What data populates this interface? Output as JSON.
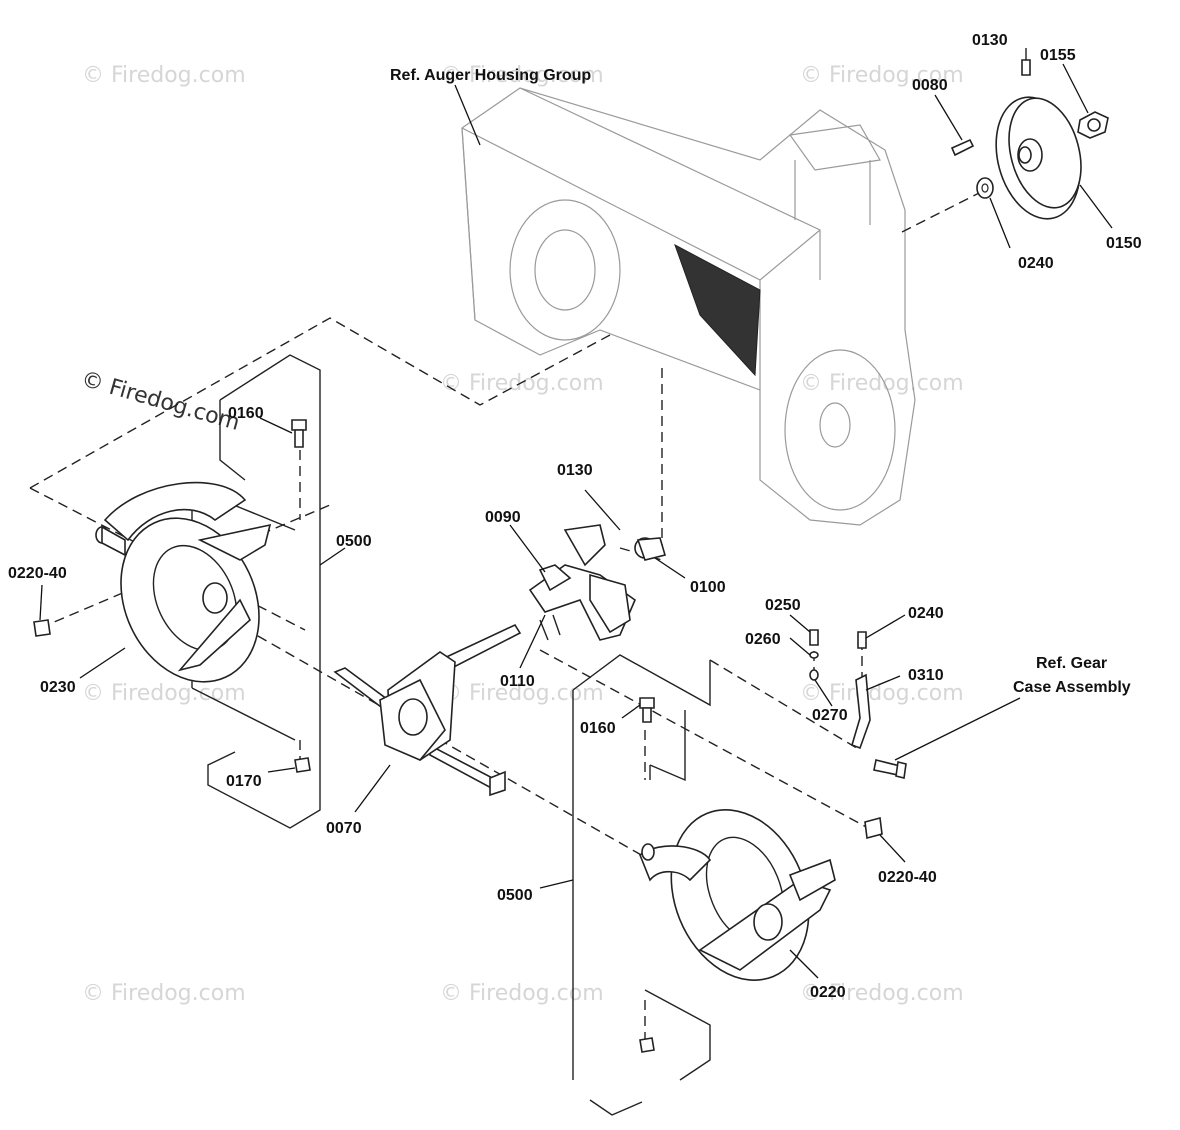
{
  "watermark": {
    "text": "© Firedog.com",
    "color_light": "#d6d6d6",
    "color_dark": "#333333"
  },
  "refs": {
    "auger_housing": "Ref. Auger Housing Group",
    "gear_case_line1": "Ref. Gear",
    "gear_case_line2": "Case Assembly"
  },
  "parts": {
    "p0130_top": "0130",
    "p0155": "0155",
    "p0080": "0080",
    "p0150": "0150",
    "p0240_top": "0240",
    "p0160_left": "0160",
    "p0500_left": "0500",
    "p0220_40_left": "0220-40",
    "p0230": "0230",
    "p0170": "0170",
    "p0070": "0070",
    "p0130_mid": "0130",
    "p0090": "0090",
    "p0100": "0100",
    "p0110": "0110",
    "p0250": "0250",
    "p0260": "0260",
    "p0240_mid": "0240",
    "p0310": "0310",
    "p0270": "0270",
    "p0160_right": "0160",
    "p0500_right": "0500",
    "p0220_40_right": "0220-40",
    "p0220": "0220"
  }
}
